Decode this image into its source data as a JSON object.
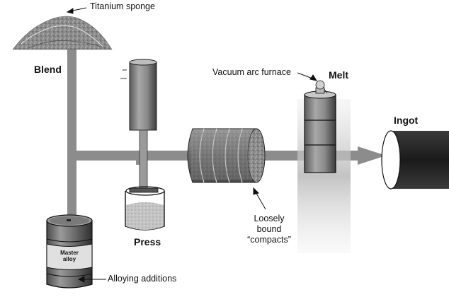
{
  "labels": {
    "titanium_sponge": "Titanium sponge",
    "blend": "Blend",
    "vacuum_arc_furnace": "Vacuum arc furnace",
    "melt": "Melt",
    "ingot": "Ingot",
    "press": "Press",
    "compacts_line1": "Loosely",
    "compacts_line2": "bound",
    "compacts_line3": "“compacts”",
    "master_alloy_line1": "Master",
    "master_alloy_line2": "alloy",
    "alloying_additions": "Alloying additions"
  },
  "colors": {
    "pipe": "#8c8c8c",
    "dark": "#3a3a3a",
    "mid": "#7a7a7a",
    "light": "#cfcfcf",
    "outline": "#111111"
  }
}
